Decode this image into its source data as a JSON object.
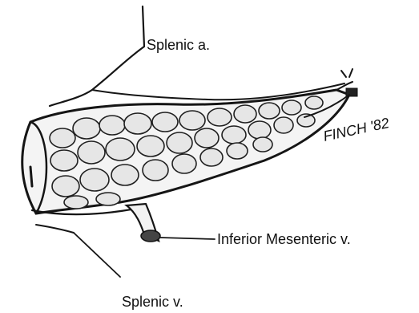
{
  "labels": {
    "splenic_artery": "Splenic a.",
    "inferior_mesenteric_vein": "Inferior Mesenteric v.",
    "splenic_vein": "Splenic v.",
    "signature": "FINCH '82"
  }
}
